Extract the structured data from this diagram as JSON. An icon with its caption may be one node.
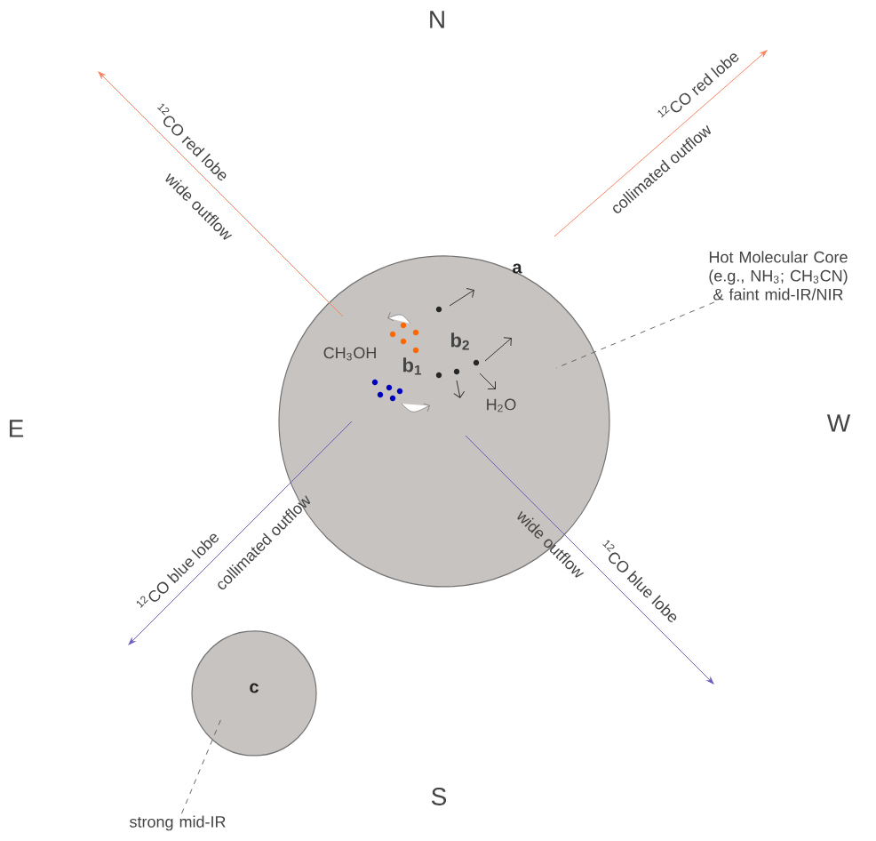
{
  "diagram": {
    "nodes": [
      {
        "text": [
          "a"
        ]
      },
      {
        "text": [
          "c"
        ]
      },
      {
        "text": [
          "Hot Molecular Core (e.g., NH$_{3}$; CH$_{3}$CN) & faint mid-IR/NIR"
        ]
      },
      {
        "text": [
          "strong mid-IR"
        ]
      }
    ],
    "edges": [
      {
        "from": 0,
        "to": null,
        "arrow": "to",
        "label": "$^{12}$CO red lobe",
        "color": "#f4845f"
      },
      {
        "from": 0,
        "to": null,
        "arrow": "to",
        "label": "$^{12}$CO red lobe",
        "color": "#f4845f"
      },
      {
        "from": 0,
        "to": null,
        "arrow": "to",
        "label": "$^{12}$CO blue lobe",
        "color": "#6c5fbf"
      },
      {
        "from": 0,
        "to": null,
        "arrow": "to",
        "label": "$^{12}$CO blue lobe",
        "color": "#6c5fbf"
      },
      {
        "from": 2,
        "to": 0,
        "arrow": "none",
        "style": "dashed",
        "color": "#666666"
      },
      {
        "from": 3,
        "to": 1,
        "arrow": "none",
        "style": "dashed",
        "color": "#666666"
      }
    ],
    "labels": [
      "N",
      "wide outflow",
      "collimated outflow",
      "E",
      "CH$_{3}$OH",
      "b$_{1}$",
      "b$_{2}$",
      "H$_{2}$O",
      "W",
      "collimated outflow",
      "wide outflow",
      "S"
    ]
  }
}
